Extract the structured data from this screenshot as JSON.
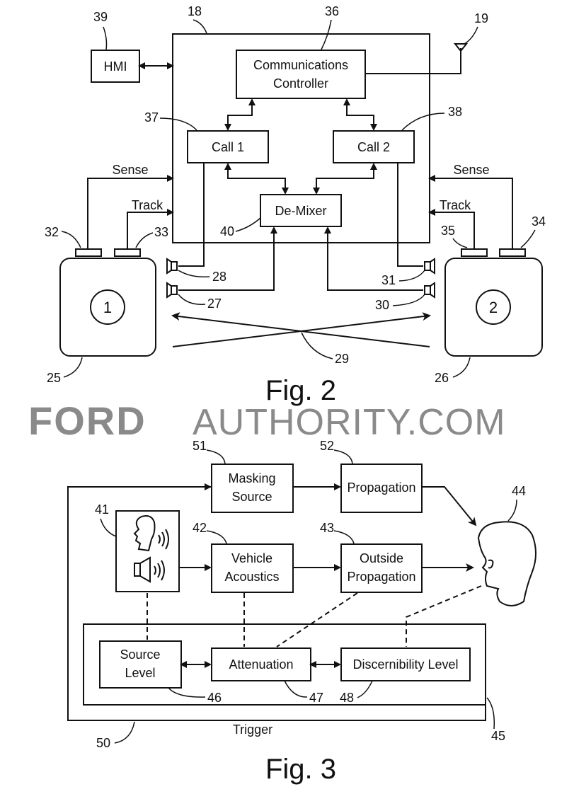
{
  "fig2": {
    "caption": "Fig. 2",
    "hmi": "HMI",
    "comm_line1": "Communications",
    "comm_line2": "Controller",
    "call1": "Call 1",
    "call2": "Call 2",
    "demixer": "De-Mixer",
    "sense_left": "Sense",
    "sense_right": "Sense",
    "track_left": "Track",
    "track_right": "Track",
    "occupant1": "1",
    "occupant2": "2",
    "refs": {
      "r18": "18",
      "r19": "19",
      "r36": "36",
      "r39": "39",
      "r37": "37",
      "r38": "38",
      "r40": "40",
      "r32": "32",
      "r33": "33",
      "r34": "34",
      "r35": "35",
      "r28": "28",
      "r27": "27",
      "r31": "31",
      "r30": "30",
      "r29": "29",
      "r25": "25",
      "r26": "26"
    }
  },
  "watermark": {
    "part1": "FORD",
    "part2": "AUTHORITY.COM"
  },
  "fig3": {
    "caption": "Fig. 3",
    "masking_line1": "Masking",
    "masking_line2": "Source",
    "propagation": "Propagation",
    "vehicle_line1": "Vehicle",
    "vehicle_line2": "Acoustics",
    "outside_line1": "Outside",
    "outside_line2": "Propagation",
    "source_line1": "Source",
    "source_line2": "Level",
    "attenuation": "Attenuation",
    "discernibility": "Discernibility Level",
    "trigger": "Trigger",
    "refs": {
      "r51": "51",
      "r52": "52",
      "r44": "44",
      "r41": "41",
      "r42": "42",
      "r43": "43",
      "r46": "46",
      "r47": "47",
      "r48": "48",
      "r45": "45",
      "r50": "50"
    }
  },
  "icons": [
    "speaker-icon",
    "head-icon",
    "person-talking-icon",
    "antenna-icon"
  ]
}
